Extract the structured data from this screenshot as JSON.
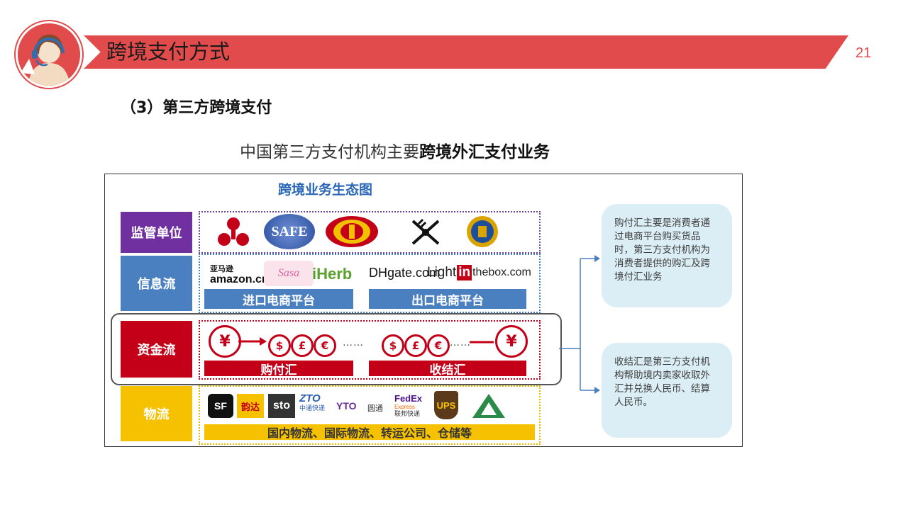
{
  "header": {
    "title": "跨境支付方式",
    "page_number": "21",
    "accent": "#e24b4b"
  },
  "section": {
    "subtitle": "（3）第三方跨境支付",
    "lead_normal": "中国第三方支付机构主要",
    "lead_bold": "跨境外汇支付业务"
  },
  "figure": {
    "title": "跨境业务生态图",
    "rows": {
      "regulators": "监管单位",
      "info_flow": "信息流",
      "capital_flow": "资金流",
      "logistics": "物流"
    },
    "regulator_logos": [
      "SAFE"
    ],
    "info_logos": {
      "amazon_cn": "亚马逊",
      "amazon_en": "amazon.cn",
      "sasa": "Sasa",
      "iherb": "iHerb",
      "dhgate": "DHgate.com",
      "light_a": "Light",
      "light_b": "in",
      "light_c": "thebox.com"
    },
    "import_platform": "进口电商平台",
    "export_platform": "出口电商平台",
    "currency": {
      "yuan": "¥",
      "dollar": "$",
      "pound": "£",
      "euro": "€",
      "ellipsis": "……"
    },
    "purchase_fx": "购付汇",
    "settlement_fx": "收结汇",
    "logistics_logos": {
      "sf": "SF",
      "yunda": "韵达",
      "sto": "sto",
      "zto": "ZTO",
      "zto_cn": "中通快递",
      "yto": "YTO",
      "yuantong": "圆通",
      "fedex": "FedEx",
      "fedex_sub": "Express",
      "fedex_cn": "联邦快递",
      "ups": "UPS"
    },
    "logistics_bar": "国内物流、国际物流、转运公司、仓储等",
    "notes": [
      "购付汇主要是消费者通过电商平台购买货品时，第三方支付机构为消费者提供的购汇及跨境付汇业务",
      "收结汇是第三方支付机构帮助境内卖家收取外汇并兑换人民币、结算人民币。"
    ]
  }
}
